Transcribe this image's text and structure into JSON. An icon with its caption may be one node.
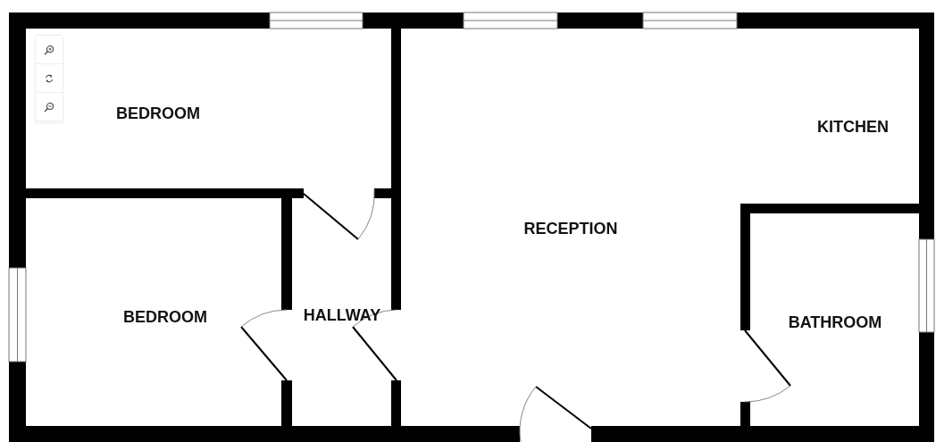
{
  "diagram": {
    "labels": [
      "BEDROOM",
      "KITCHEN",
      "RECEPTION",
      "BEDROOM",
      "HALLWAY",
      "BATHROOM"
    ]
  }
}
